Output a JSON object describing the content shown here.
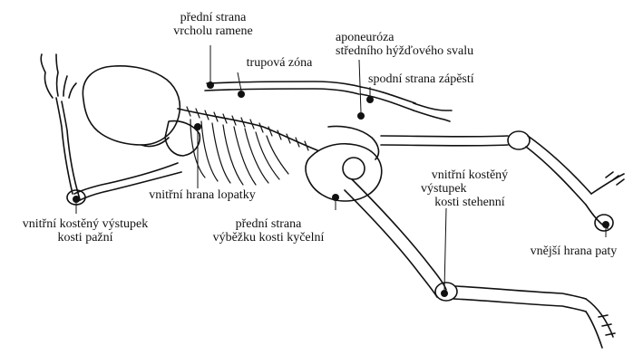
{
  "labels": {
    "shoulder_top": [
      "přední strana",
      "vrcholu ramene"
    ],
    "trunk_zone": [
      "trupová zóna"
    ],
    "gluteal_aponeurosis": [
      "aponeuróza",
      "středního hýžďového svalu"
    ],
    "wrist_underside": [
      "spodní strana zápěstí"
    ],
    "scapula_edge": [
      "vnitřní hrana lopatky"
    ],
    "humerus_epicondyle": [
      "vnitřní kostěný výstupek",
      "kosti pažní"
    ],
    "iliac_spine": [
      "přední strana",
      "výběžku kosti kyčelní"
    ],
    "femur_epicondyle": [
      "vnitřní kostěný",
      "výstupek",
      "kosti stehenní"
    ],
    "heel_edge": [
      "vnější hrana paty"
    ]
  },
  "colors": {
    "ink": "#111111",
    "marker": "#111111",
    "background": "#ffffff"
  }
}
